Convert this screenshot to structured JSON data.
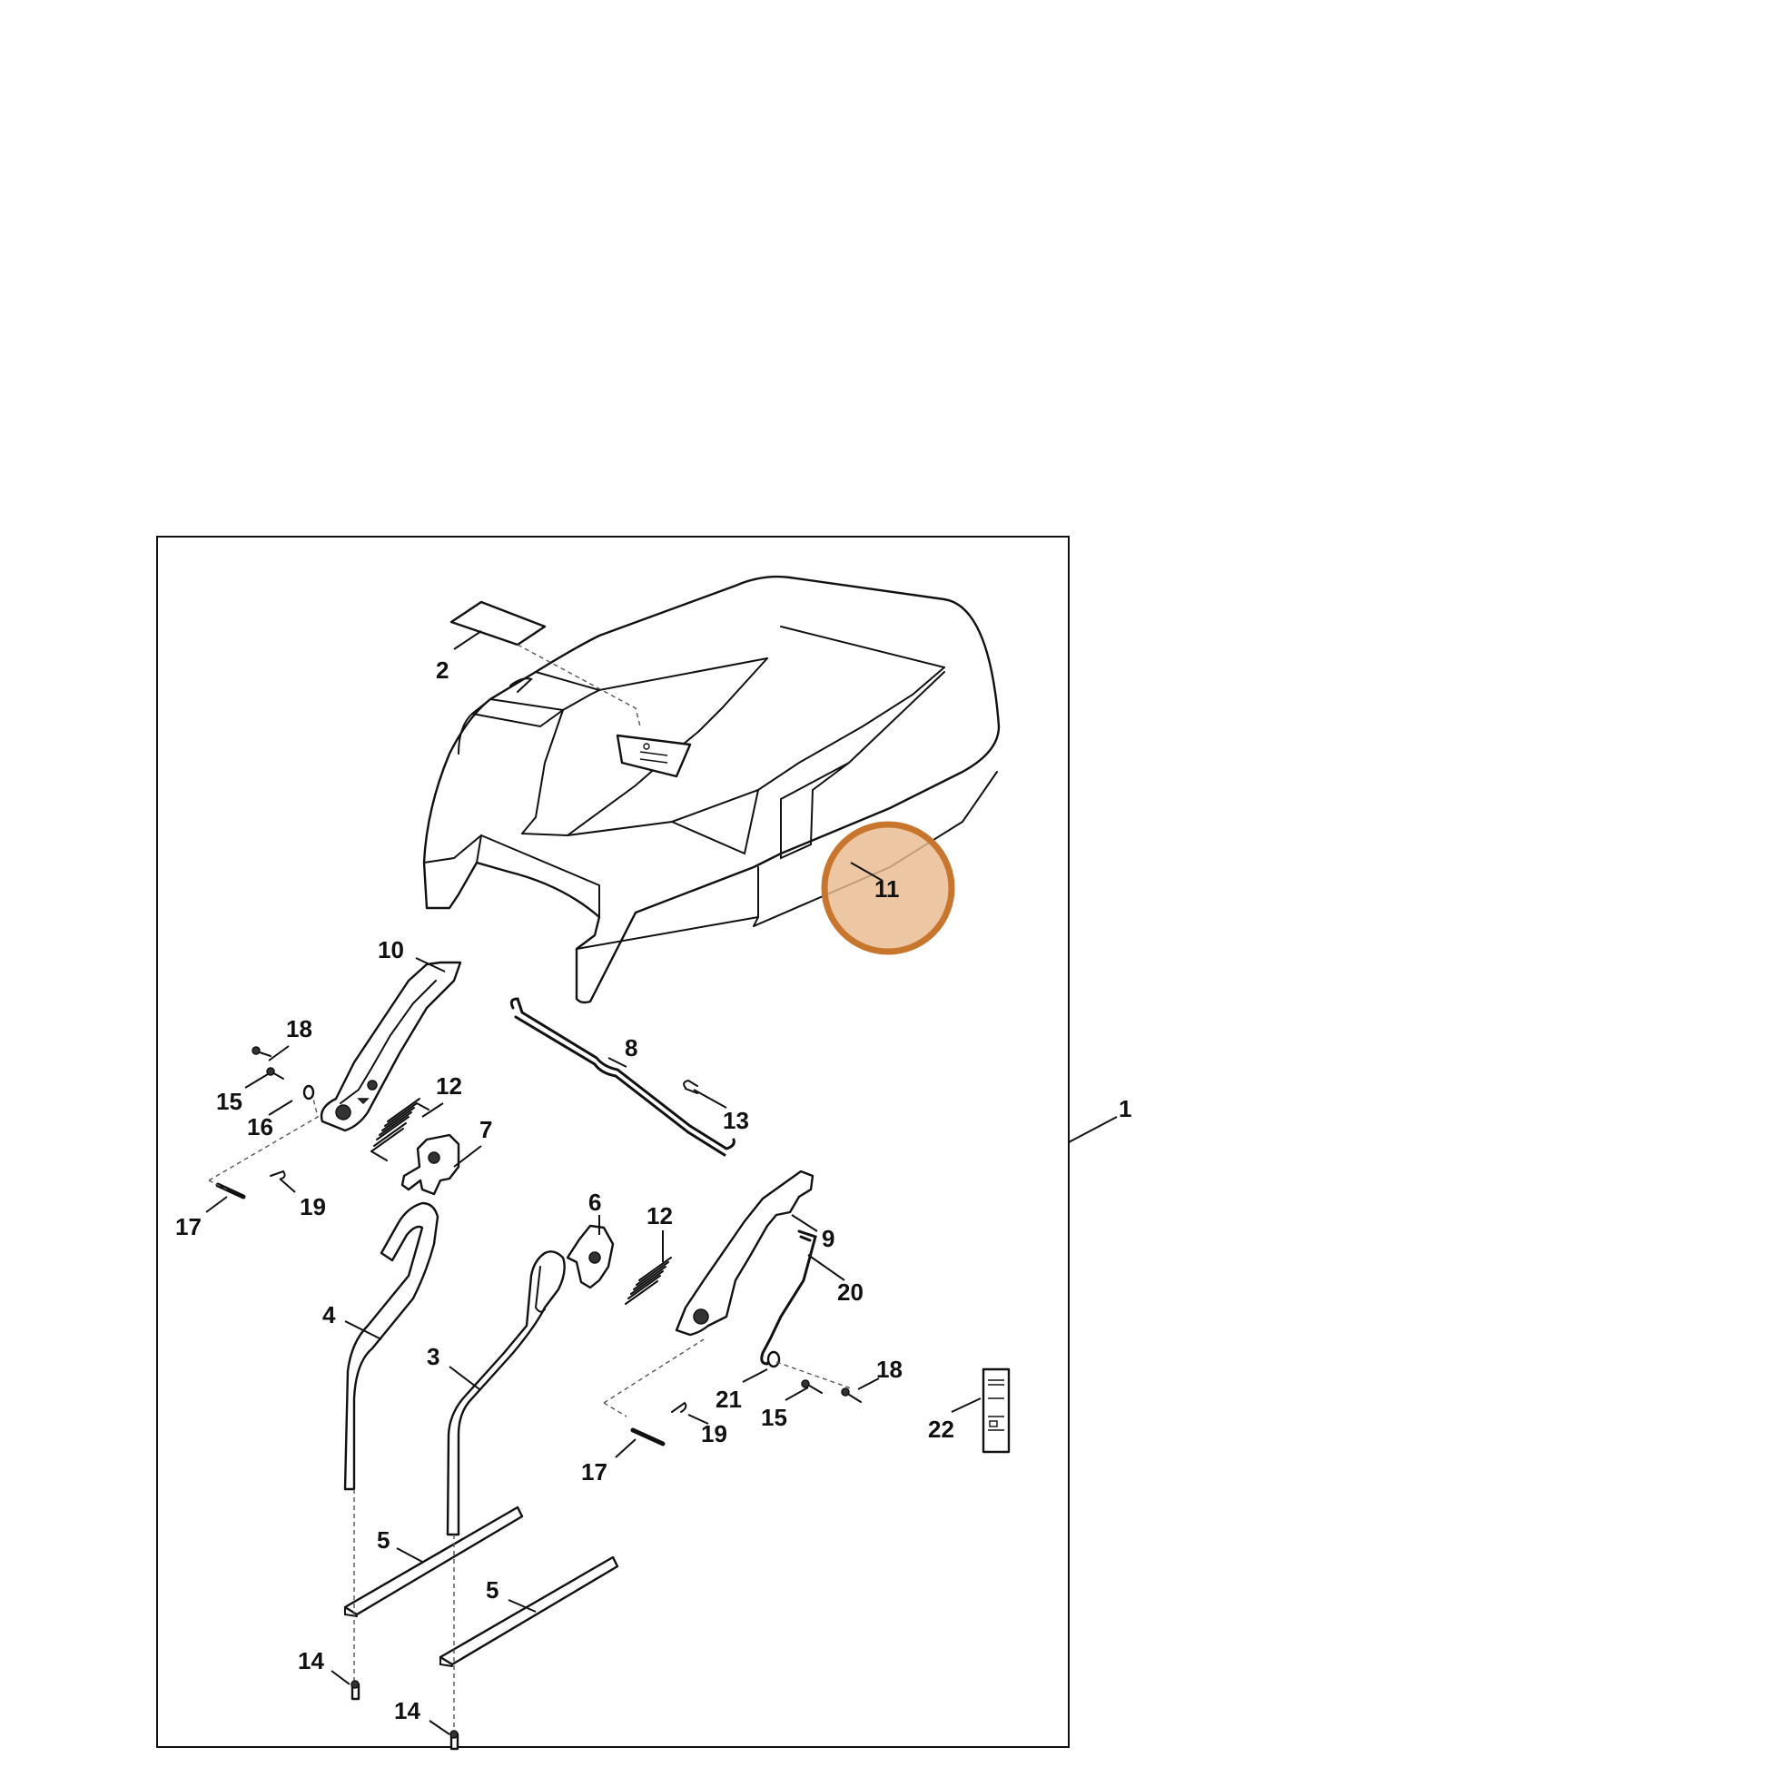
{
  "highlight": {
    "color": "#c8762e",
    "fill": "#e9b98f"
  },
  "callouts": {
    "c1": "1",
    "c2": "2",
    "c3": "3",
    "c4": "4",
    "c5a": "5",
    "c5b": "5",
    "c6": "6",
    "c7": "7",
    "c8": "8",
    "c9": "9",
    "c10": "10",
    "c11": "11",
    "c12a": "12",
    "c12b": "12",
    "c13": "13",
    "c14a": "14",
    "c14b": "14",
    "c15a": "15",
    "c15b": "15",
    "c16": "16",
    "c17a": "17",
    "c17b": "17",
    "c18a": "18",
    "c18b": "18",
    "c19a": "19",
    "c19b": "19",
    "c20": "20",
    "c21": "21",
    "c22": "22"
  }
}
